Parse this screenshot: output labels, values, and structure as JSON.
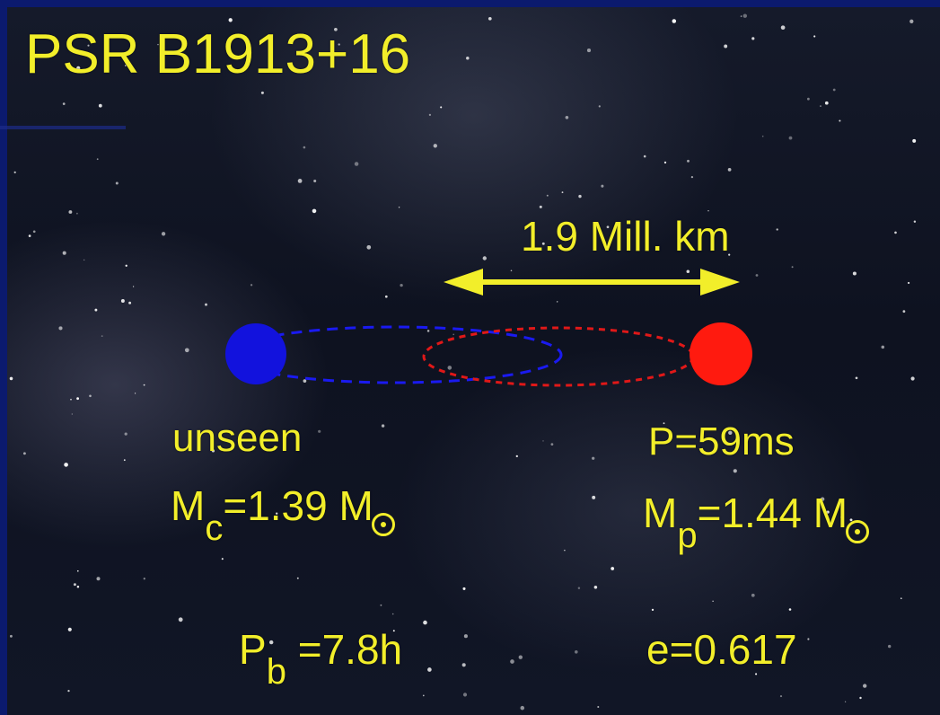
{
  "title": "PSR B1913+16",
  "separation_label": "1.9 Mill. km",
  "companion": {
    "status": "unseen",
    "mass_symbol": "M",
    "mass_subscript": "c",
    "mass_value": "=1.39 M",
    "color": "#1212dd"
  },
  "pulsar": {
    "spin_period": "P=59ms",
    "mass_symbol": "M",
    "mass_subscript": "p",
    "mass_value": "=1.44 M",
    "color": "#ff1a0f"
  },
  "orbit": {
    "period_symbol": "P",
    "period_subscript": "b",
    "period_value": " =7.8h",
    "eccentricity": "e=0.617"
  },
  "colors": {
    "frame": "#0b1a6e",
    "text": "#f2ee2a",
    "companion_orbit": "#1a1af0",
    "pulsar_orbit": "#e01818",
    "arrow": "#f2ee2a"
  }
}
